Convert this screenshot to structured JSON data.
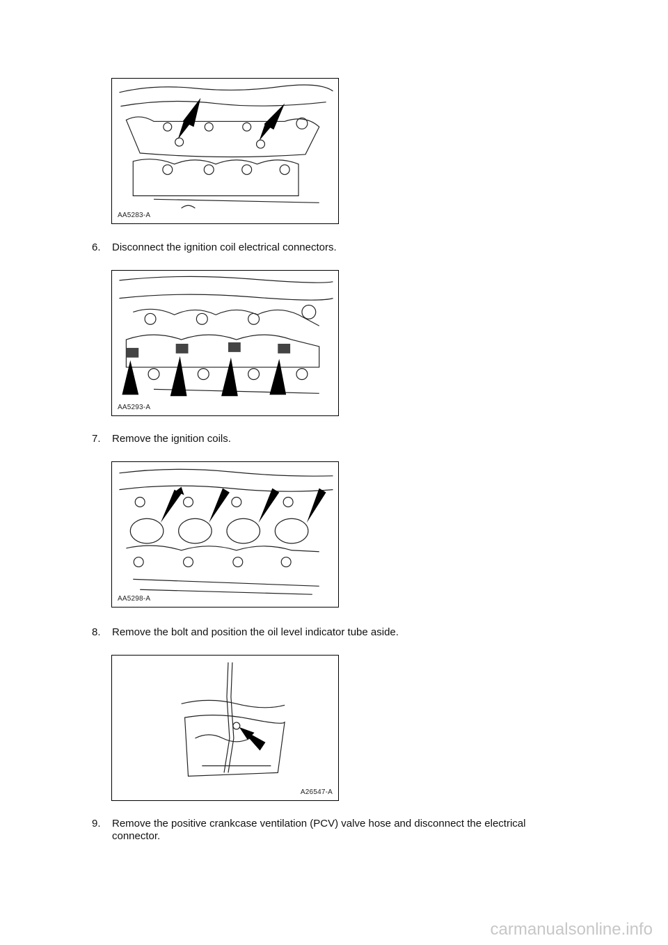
{
  "figures": [
    {
      "code": "AA5283-A"
    },
    {
      "code": "AA5293-A"
    },
    {
      "code": "AA5298-A"
    },
    {
      "code": "A26547-A"
    }
  ],
  "steps": [
    {
      "number": "6.",
      "lines": [
        "Disconnect the ignition coil electrical connectors."
      ]
    },
    {
      "number": "7.",
      "lines": [
        "Remove the ignition coils."
      ]
    },
    {
      "number": "8.",
      "lines": [
        "Remove the bolt and position the oil level indicator tube aside."
      ]
    },
    {
      "number": "9.",
      "lines": [
        "Remove the positive crankcase ventilation (PCV) valve hose and disconnect the electrical",
        "connector."
      ]
    }
  ],
  "watermark": "carmanualsonline.info"
}
